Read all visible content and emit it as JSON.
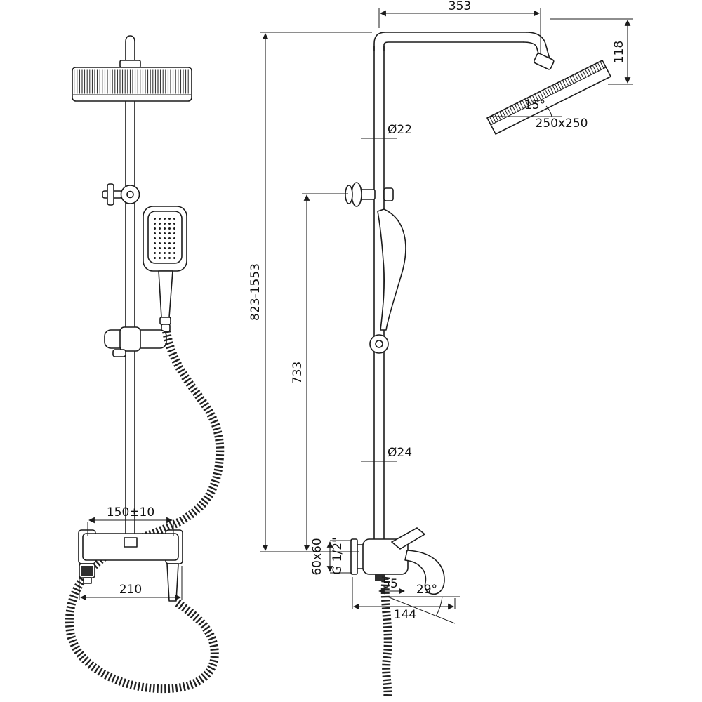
{
  "drawing": {
    "type": "shower-system-technical-drawing",
    "dims": {
      "top_width": "353",
      "head_drop": "118",
      "head_tilt": "15°",
      "head_size": "250x250",
      "riser_diameter_top": "Ø22",
      "overall_height": "823-1553",
      "riser_height": "733",
      "riser_diameter_bottom": "Ø24",
      "mixer_centers": "150±10",
      "mixer_width": "210",
      "escutcheon": "60x60",
      "connection_thread": "G 1/2\"",
      "spout_rise": "55",
      "spout_angle": "29°",
      "spout_reach": "144"
    },
    "colors": {
      "line": "#1c1c1c",
      "background": "#ffffff"
    }
  }
}
